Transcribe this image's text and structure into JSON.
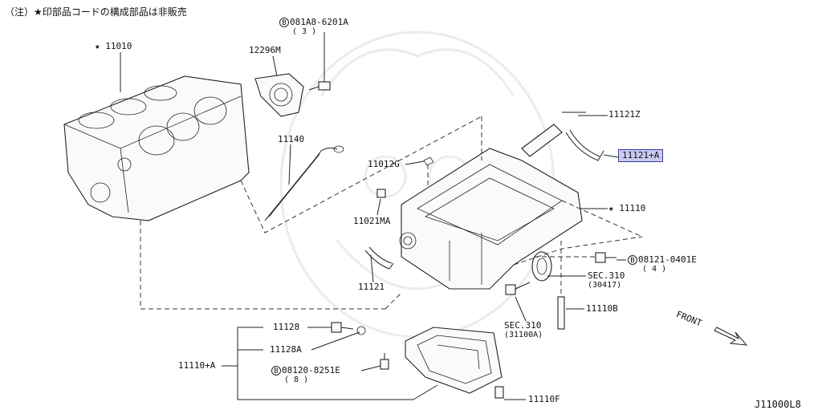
{
  "note": "（注）★印部品コードの構成部品は非販売",
  "diagram_id": "J11000L8",
  "front_label": "FRONT",
  "labels": {
    "p11010": "11010",
    "p12296m": "12296M",
    "p081a8": "081A8-6201A",
    "p081a8_qty": "( 3 )",
    "p11140": "11140",
    "p11012g": "11012G",
    "p11021ma": "11021MA",
    "p11121": "11121",
    "p11121z": "11121Z",
    "p11121a": "11121+A",
    "p11110": "11110",
    "p08121": "08121-0401E",
    "p08121_qty": "( 4 )",
    "sec310a": "SEC.310",
    "sec310a_ref": "(30417)",
    "p11110b": "11110B",
    "sec310b": "SEC.310",
    "sec310b_ref": "(31100A)",
    "p11128": "11128",
    "p11128a": "11128A",
    "p11110a": "11110+A",
    "p08120": "08120-8251E",
    "p08120_qty": "( 8 )",
    "p11110f": "11110F"
  },
  "star_symbol": "★",
  "bolt_symbol": "B",
  "highlight_color": "#c9c9f3"
}
